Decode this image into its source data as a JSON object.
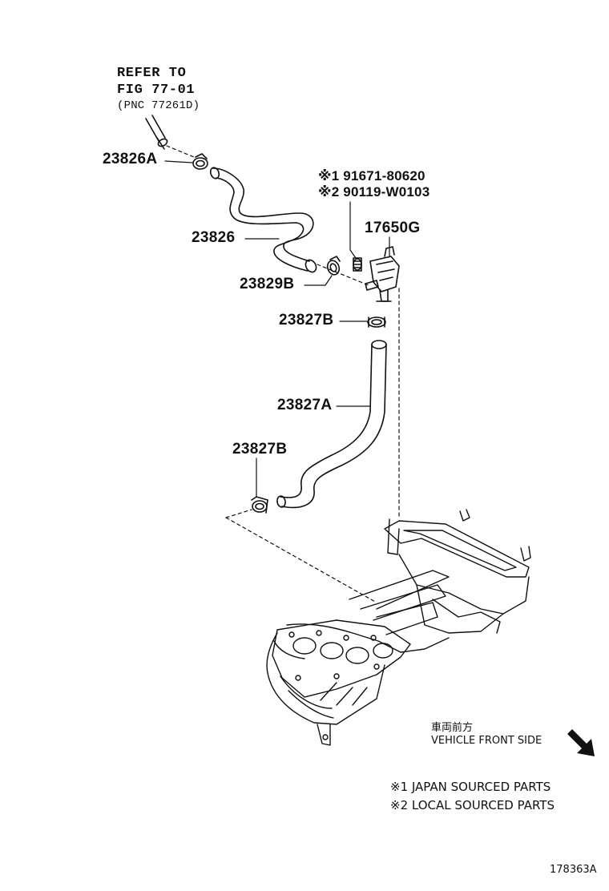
{
  "reference": {
    "line1": "REFER TO",
    "line2": "FIG 77-01",
    "line3": "(PNC 77261D)"
  },
  "parts": {
    "p23826A": "23826A",
    "p23826": "23826",
    "p23829B": "23829B",
    "p23827B_top": "23827B",
    "p23827A": "23827A",
    "p23827B_bottom": "23827B",
    "p17650G": "17650G",
    "p91671": "※1 91671-80620",
    "p90119": "※2 90119-W0103"
  },
  "direction": {
    "jp": "車両前方",
    "en": "VEHICLE FRONT SIDE"
  },
  "legend": {
    "note1": "※1 JAPAN SOURCED PARTS",
    "note2": "※2 LOCAL SOURCED PARTS"
  },
  "figure_id": "178363A",
  "colors": {
    "ink": "#111111",
    "paper": "#ffffff"
  }
}
